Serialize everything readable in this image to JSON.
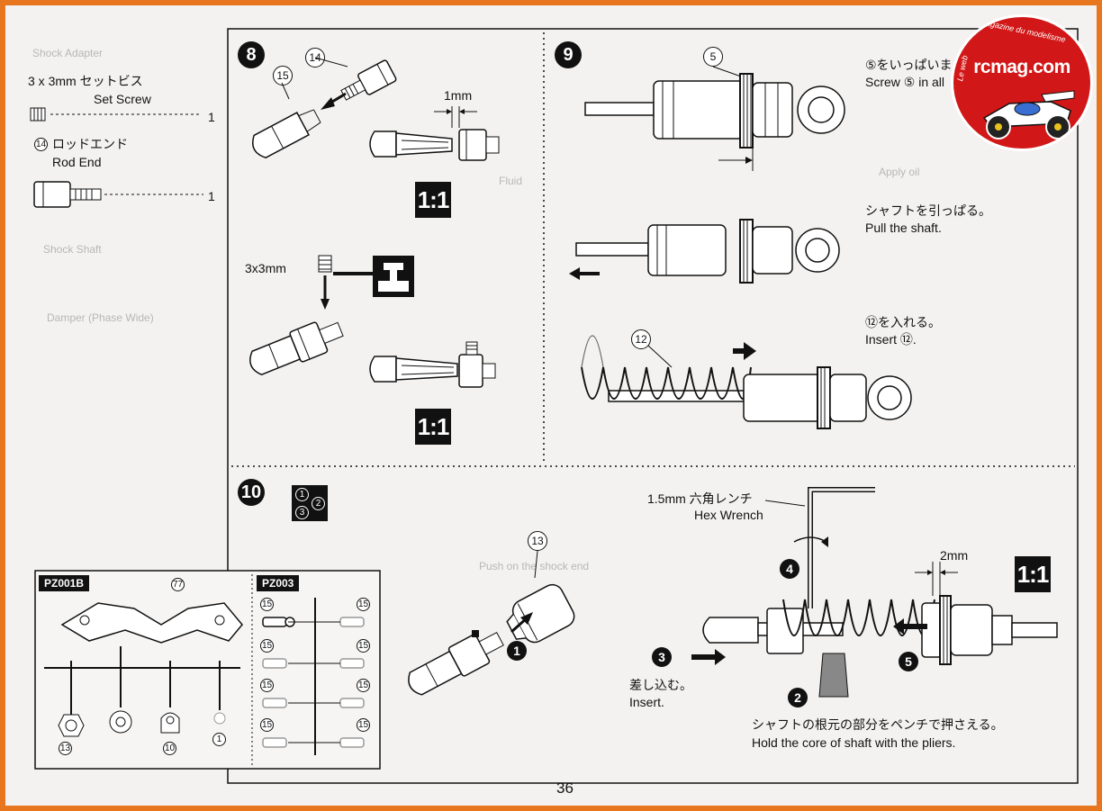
{
  "page_number": "36",
  "logo": {
    "brand": "rcmag.com",
    "tagline_arc": "magazine du modelisme",
    "tagline_side": "Le web"
  },
  "parts_sidebar": {
    "set_screw": {
      "ja": "3 x 3mm セットビス",
      "en": "Set Screw",
      "qty": "1"
    },
    "rod_end": {
      "num": "14",
      "ja": "ロッドエンド",
      "en": "Rod End",
      "qty": "1"
    }
  },
  "step8": {
    "number": "8",
    "part14": "14",
    "part15": "15",
    "dim_1mm": "1mm",
    "screw_label": "3x3mm",
    "scale_top": "1:1",
    "scale_bottom": "1:1"
  },
  "step9": {
    "number": "9",
    "part5": "5",
    "part12": "12",
    "instr1_ja": "⑤をいっぱいま",
    "instr1_en": "Screw ⑤ in all",
    "instr2_ja": "シャフトを引っぱる。",
    "instr2_en": "Pull the shaft.",
    "instr3_ja": "⑫を入れる。",
    "instr3_en": "Insert ⑫."
  },
  "step10": {
    "number": "10",
    "order_marks": [
      "1",
      "2",
      "3"
    ],
    "part13": "13",
    "hex_wrench_ja": "1.5mm 六角レンチ",
    "hex_wrench_en": "Hex Wrench",
    "dim_2mm": "2mm",
    "scale": "1:1",
    "insert_ja": "差し込む。",
    "insert_en": "Insert.",
    "hold_ja": "シャフトの根元の部分をペンチで押さえる。",
    "hold_en": "Hold the core of shaft with the pliers.",
    "steps": [
      "1",
      "2",
      "3",
      "4",
      "5"
    ]
  },
  "runners": {
    "pz001b": {
      "label": "PZ001B",
      "parts": [
        "77",
        "13",
        "10",
        "1"
      ]
    },
    "pz003": {
      "label": "PZ003",
      "parts": [
        "15",
        "15",
        "15",
        "15",
        "15",
        "15",
        "15",
        "15"
      ]
    }
  }
}
